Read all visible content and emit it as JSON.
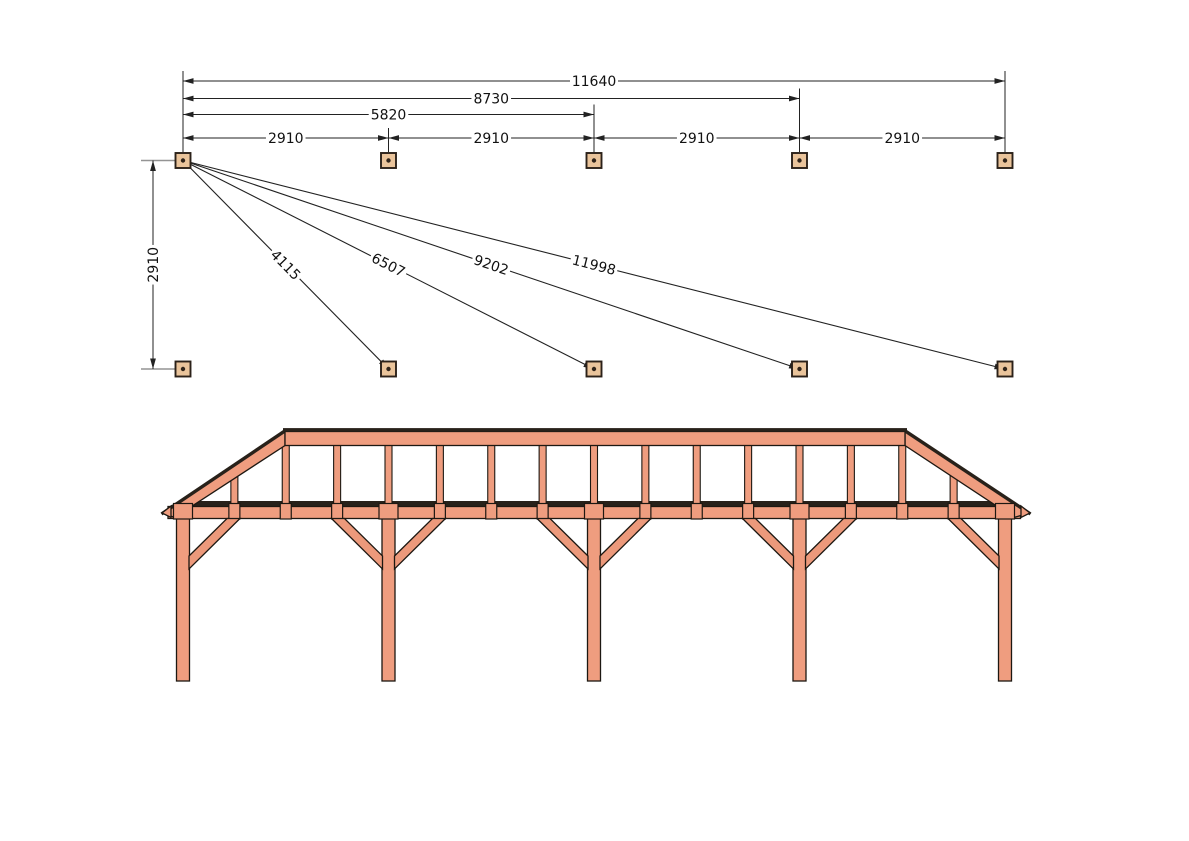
{
  "drawing": {
    "type": "timber-frame-carport-plan-and-side-elevation",
    "colors": {
      "background": "#ffffff",
      "timber": "#EF9D7F",
      "timber_brace": "#EC997B",
      "outline": "#1d1812",
      "roof_edge_dark": "#28211a",
      "marker_fill": "#EAC49B",
      "marker_border": "#2b2119",
      "marker_dot": "#30241a",
      "dim_line": "#222222",
      "ext_line_gray": "#949494",
      "text": "#111111"
    },
    "plan": {
      "post_positions_mm": [
        0,
        2910,
        5820,
        8730,
        11640
      ],
      "bay_width_mm": 2910,
      "depth_mm": 2910,
      "horizontal_dimensions": [
        {
          "label": "11640",
          "from_mm": 0,
          "to_mm": 11640,
          "row": 0
        },
        {
          "label": "8730",
          "from_mm": 0,
          "to_mm": 8730,
          "row": 1
        },
        {
          "label": "5820",
          "from_mm": 0,
          "to_mm": 5820,
          "row": 2
        },
        {
          "label": "2910",
          "from_mm": 0,
          "to_mm": 2910,
          "row": 3
        },
        {
          "label": "2910",
          "from_mm": 2910,
          "to_mm": 5820,
          "row": 3
        },
        {
          "label": "2910",
          "from_mm": 5820,
          "to_mm": 8730,
          "row": 3
        },
        {
          "label": "2910",
          "from_mm": 8730,
          "to_mm": 11640,
          "row": 3
        }
      ],
      "vertical_dimension": {
        "label": "2910"
      },
      "diagonal_dimensions": [
        {
          "label": "4115",
          "to_post_index": 1
        },
        {
          "label": "6507",
          "to_post_index": 2
        },
        {
          "label": "9202",
          "to_post_index": 3
        },
        {
          "label": "11998",
          "to_post_index": 4
        }
      ]
    },
    "elevation": {
      "post_count": 5,
      "stud_count": 17,
      "braces": [
        [
          "right"
        ],
        [
          "left",
          "right"
        ],
        [
          "left",
          "right"
        ],
        [
          "left",
          "right"
        ],
        [
          "left"
        ]
      ]
    }
  }
}
